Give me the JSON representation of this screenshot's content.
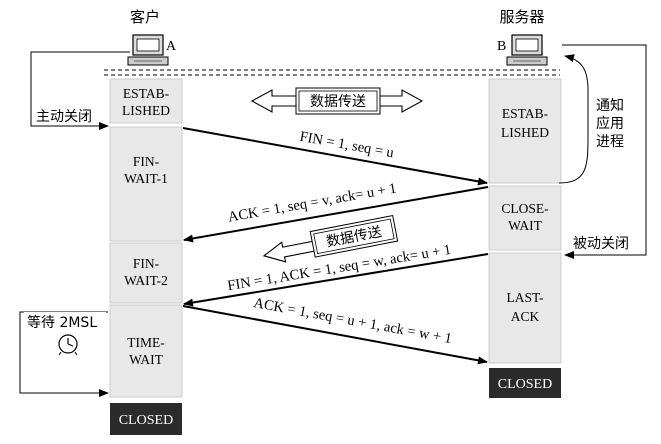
{
  "client": {
    "title": "客户",
    "label": "A"
  },
  "server": {
    "title": "服务器",
    "label": "B"
  },
  "active_close": "主动关闭",
  "passive_close": "被动关闭",
  "notify_app": [
    "通知",
    "应用",
    "进程"
  ],
  "wait_2msl": "等待 2MSL",
  "data_transfer_1": "数据传送",
  "data_transfer_2": "数据传送",
  "client_states": {
    "established": [
      "ESTAB-",
      "LISHED"
    ],
    "fin_wait_1": [
      "FIN-",
      "WAIT-1"
    ],
    "fin_wait_2": [
      "FIN-",
      "WAIT-2"
    ],
    "time_wait": [
      "TIME-",
      "WAIT"
    ],
    "closed": "CLOSED"
  },
  "server_states": {
    "established": [
      "ESTAB-",
      "LISHED"
    ],
    "close_wait": [
      "CLOSE-",
      "WAIT"
    ],
    "last_ack": [
      "LAST-",
      "ACK"
    ],
    "closed": "CLOSED"
  },
  "messages": {
    "m1": "FIN = 1, seq = u",
    "m2": "ACK = 1, seq = v, ack= u + 1",
    "m3": "FIN = 1, ACK = 1, seq = w, ack= u + 1",
    "m4": "ACK = 1, seq = u + 1, ack = w + 1"
  },
  "colors": {
    "state_fill": "#e8e8e8",
    "closed_fill": "#2b2b2b",
    "line": "#000000"
  }
}
